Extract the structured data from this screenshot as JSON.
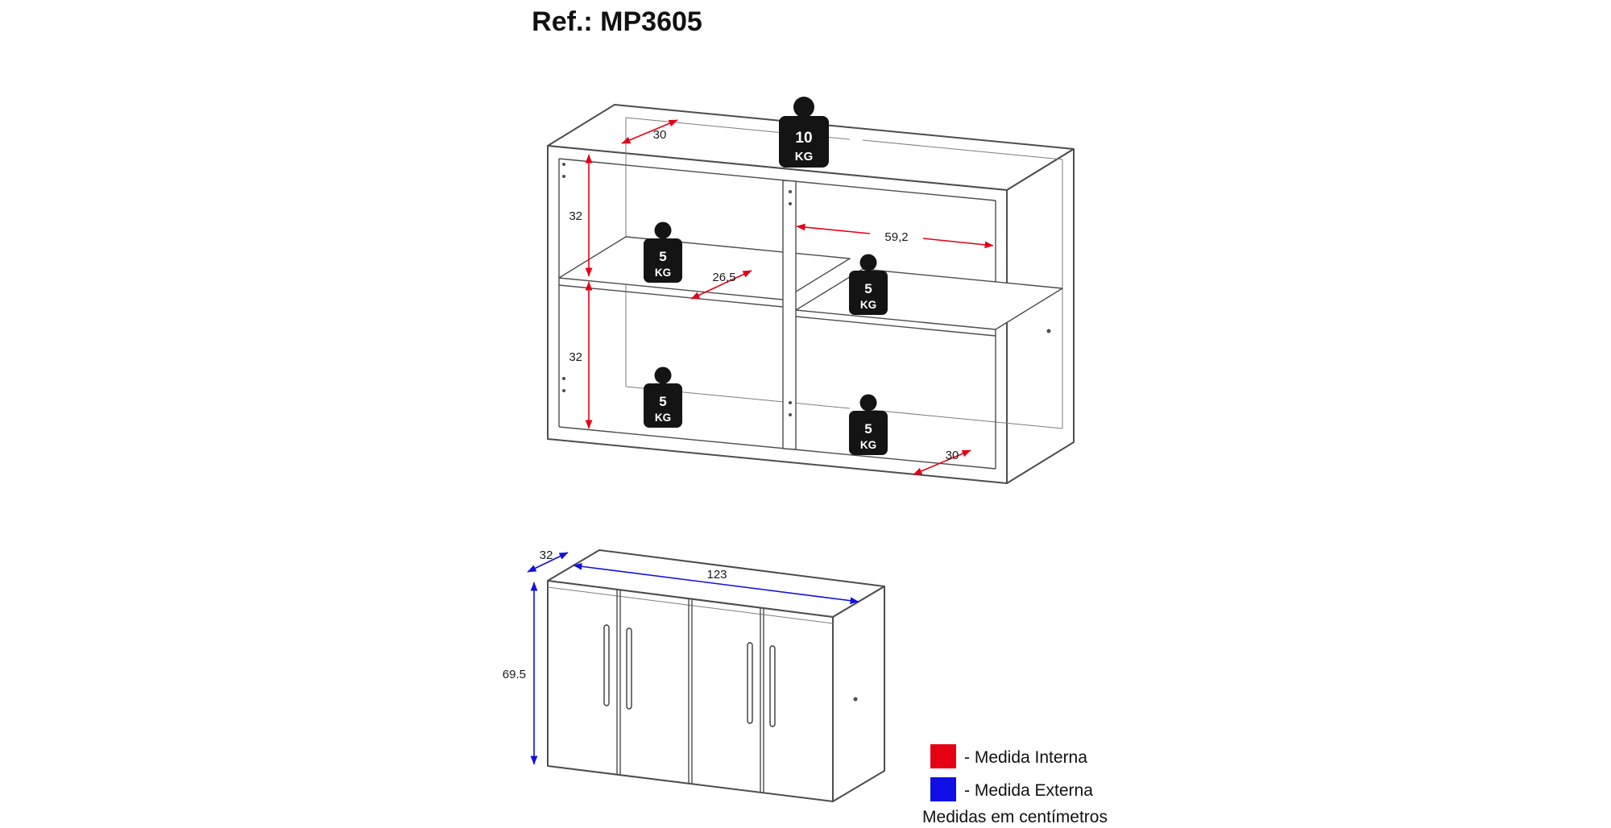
{
  "page": {
    "title": "Ref.: MP3605"
  },
  "colors": {
    "internal_dim": "#e60014",
    "external_dim": "#0f0fe6",
    "outline": "#4d4d4d",
    "weight_fill": "#141414",
    "background": "#ffffff"
  },
  "upper_view": {
    "dimensions": {
      "top_depth": "30",
      "upper_height": "32",
      "lower_height": "32",
      "shelf_depth": "26,5",
      "right_inner_width": "59,2",
      "bottom_depth": "30"
    },
    "weights": {
      "top": {
        "value": "10",
        "unit": "KG"
      },
      "left_shelf": {
        "value": "5",
        "unit": "KG"
      },
      "right_shelf": {
        "value": "5",
        "unit": "KG"
      },
      "left_bottom": {
        "value": "5",
        "unit": "KG"
      },
      "right_bottom": {
        "value": "5",
        "unit": "KG"
      }
    }
  },
  "lower_view": {
    "dimensions": {
      "depth": "32",
      "width": "123",
      "height": "69.5"
    }
  },
  "legend": {
    "internal": {
      "swatch_color": "#e60014",
      "label": "- Medida Interna"
    },
    "external": {
      "swatch_color": "#0f0fe6",
      "label": "- Medida Externa"
    },
    "note": "Medidas em centímetros"
  }
}
